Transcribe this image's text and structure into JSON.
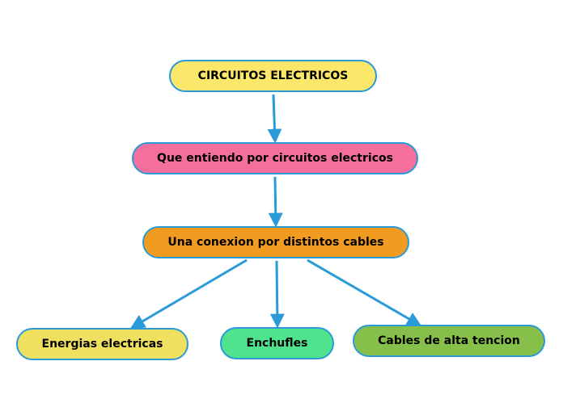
{
  "diagram": {
    "nodes": [
      {
        "id": "root",
        "label": "CIRCUITOS ELECTRICOS",
        "color": "#fbe86a"
      },
      {
        "id": "question",
        "label": "Que entiendo por circuitos electricos",
        "color": "#f46f9c"
      },
      {
        "id": "answer",
        "label": "Una conexion por distintos cables",
        "color": "#f19c21"
      },
      {
        "id": "child1",
        "label": "Energias electricas",
        "color": "#f0e060"
      },
      {
        "id": "child2",
        "label": "Enchufles",
        "color": "#4fe38e"
      },
      {
        "id": "child3",
        "label": "Cables de alta tencion",
        "color": "#86c04a"
      }
    ],
    "edges": [
      {
        "from": "root",
        "to": "question"
      },
      {
        "from": "question",
        "to": "answer"
      },
      {
        "from": "answer",
        "to": "child1"
      },
      {
        "from": "answer",
        "to": "child2"
      },
      {
        "from": "answer",
        "to": "child3"
      }
    ],
    "edge_color": "#2a9bd8"
  }
}
